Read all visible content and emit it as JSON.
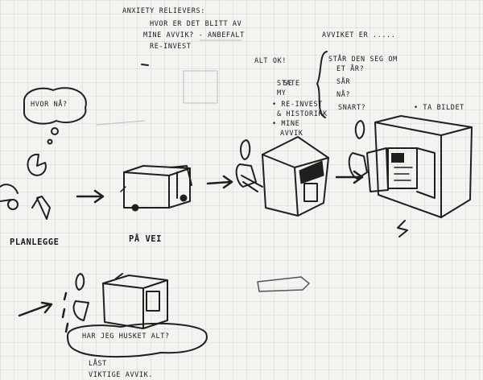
{
  "anxiety_title": "ANXIETY RELIEVERS:",
  "anxiety_items": [
    "HVOR ER DET BLITT AV",
    "MINE AVVIK? - ANBEFALT",
    "RE-INVEST"
  ],
  "alt_ok": "ALT OK!",
  "se_title": "SE",
  "state_items": [
    "STATE",
    "MY",
    "• RE-INVEST",
    "& HISTORIKK",
    "• MINE",
    "AVVIK"
  ],
  "avviket_title": "AVVIKET ER .....",
  "avviket_items": [
    "STÅR DEN SEG OM",
    "ET ÅR?",
    "SÅR",
    "NÅ?",
    "SNART?"
  ],
  "hvor_na": "HVOR NÅ?",
  "ta_bildet": "• TA BILDET",
  "planlegge": "PLANLEGGE",
  "pa_vei": "PÅ VEI",
  "har_jeg": "HAR JEG HUSKET ALT?",
  "bottom_items": [
    "LÅST",
    "VIKTIGE AVVIK."
  ]
}
